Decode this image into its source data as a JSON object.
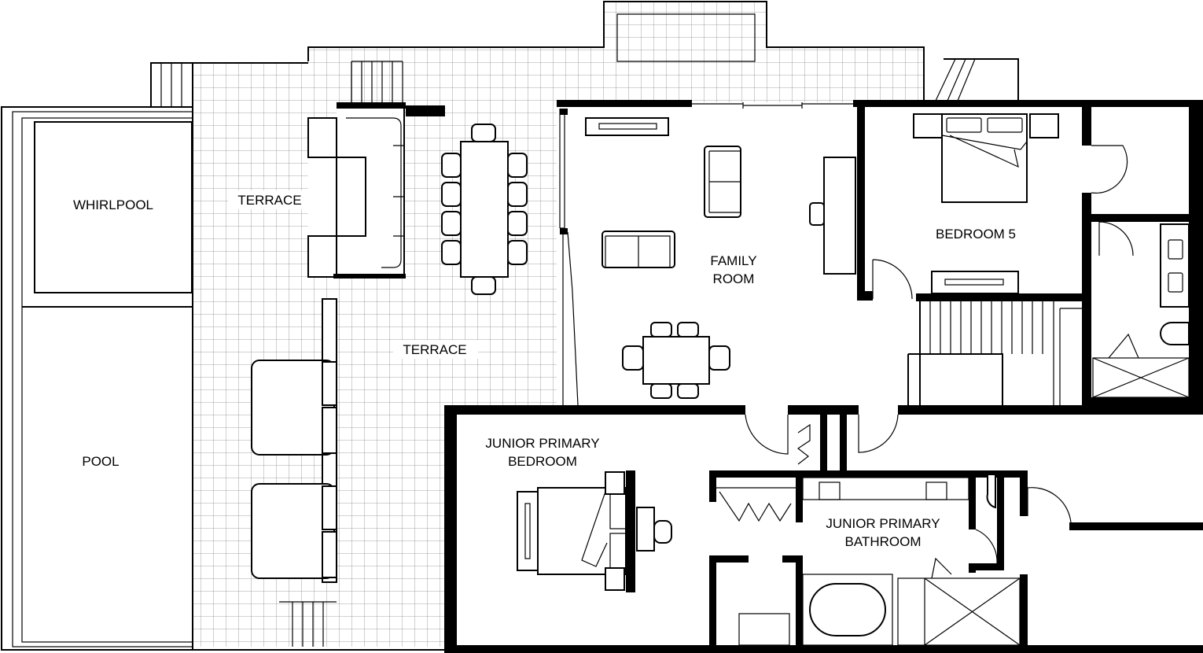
{
  "rooms": {
    "whirlpool": "WHIRLPOOL",
    "pool": "POOL",
    "terrace_upper": "TERRACE",
    "terrace_lower": "TERRACE",
    "family_room": [
      "FAMILY",
      "ROOM"
    ],
    "bedroom_5": "BEDROOM 5",
    "junior_primary_bedroom": [
      "JUNIOR PRIMARY",
      "BEDROOM"
    ],
    "junior_primary_bathroom": [
      "JUNIOR PRIMARY",
      "BATHROOM"
    ]
  }
}
